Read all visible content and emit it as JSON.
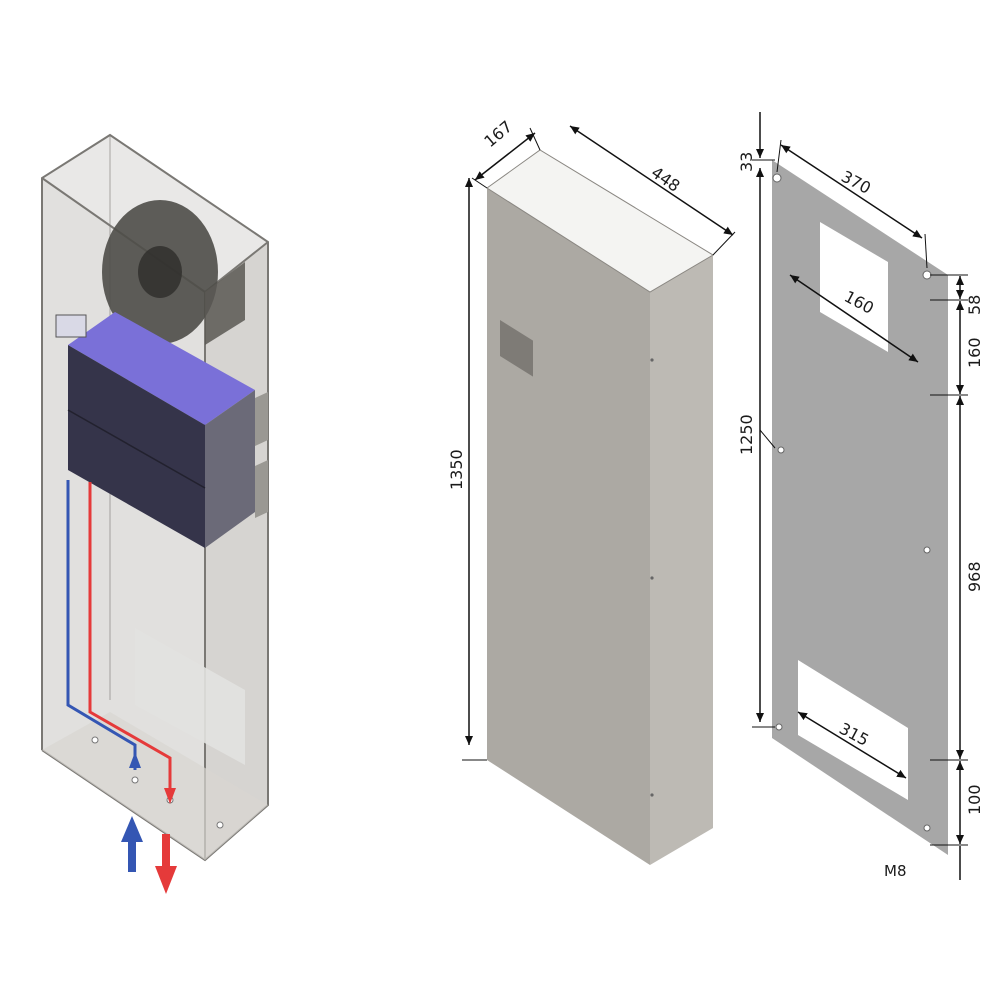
{
  "colors": {
    "background": "#ffffff",
    "enclosure_translucent": "#c8c6c2",
    "enclosure_edge": "#7a7874",
    "cabinet_front": "#aca9a3",
    "cabinet_side": "#bdbab4",
    "cabinet_top": "#f4f4f2",
    "evaporator_top": "#7a70d8",
    "evaporator_dark": "#35344a",
    "fan": "#4e4c48",
    "panel": "#a7a7a7",
    "cold_air": "#3456b3",
    "hot_air": "#e53a3a",
    "dimension_line": "#111111"
  },
  "icons": {
    "cold_air_in": "arrow-up-icon",
    "hot_air_out": "arrow-down-icon"
  },
  "cabinet_dimensions": {
    "depth": "167",
    "width": "448",
    "height": "1350"
  },
  "cutout_dimensions": {
    "top_margin": "33",
    "hole_span": "370",
    "upper_cutout_width": "160",
    "upper_offset": "58",
    "upper_cutout_height": "160",
    "hole_height": "1250",
    "middle_span": "968",
    "lower_cutout_width": "315",
    "bottom_margin": "100"
  },
  "bolt_size": "M8"
}
